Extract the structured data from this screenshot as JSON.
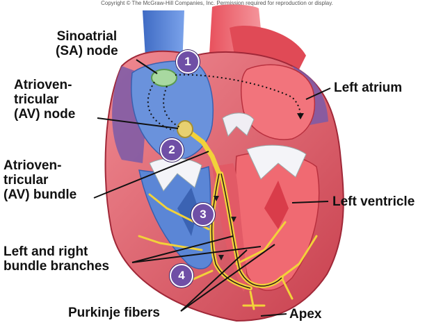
{
  "copyright": "Copyright © The McGraw-Hill Companies, Inc. Permission required for reproduction or display.",
  "labels": {
    "sa_node": "Sinoatrial\n(SA) node",
    "av_node": "Atrioven-\ntricular\n(AV) node",
    "av_bundle": "Atrioven-\ntricular\n(AV) bundle",
    "bundle_branches": "Left and right\nbundle branches",
    "purkinje": "Purkinje fibers",
    "left_atrium": "Left atrium",
    "left_ventricle": "Left ventricle",
    "apex": "Apex"
  },
  "steps": [
    "1",
    "2",
    "3",
    "4"
  ],
  "colors": {
    "myocardium": "#e8707a",
    "myocardium_dark": "#b8303e",
    "right_chamber": "#5b86d6",
    "left_chamber": "#f06a72",
    "conduction": "#f2d23a",
    "badge": "#6f4fa6"
  }
}
